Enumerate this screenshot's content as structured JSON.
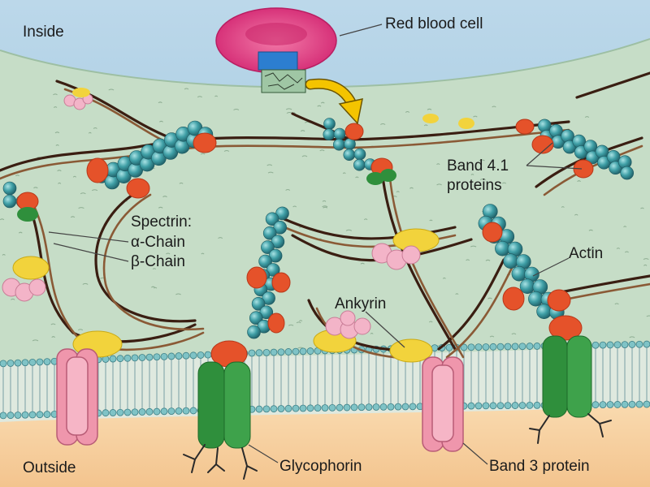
{
  "labels": {
    "inside": "Inside",
    "outside": "Outside",
    "red_blood_cell": "Red blood cell",
    "band41_line1": "Band 4.1",
    "band41_line2": "proteins",
    "spectrin": "Spectrin:",
    "alpha_chain": "α-Chain",
    "beta_chain": "β-Chain",
    "actin": "Actin",
    "ankyrin": "Ankyrin",
    "glycophorin": "Glycophorin",
    "band3": "Band 3 protein"
  },
  "colors": {
    "sky": "#9cc4dc",
    "cytoplasm": "#c4dcc6",
    "outside": "#f6d2a2",
    "rbc": "#e23a86",
    "spectrin_bead": "#3f9fa6",
    "band41": "#e5522a",
    "band3": "#ef96ac",
    "glycophorin": "#2f8f3c",
    "ankyrin": "#f2d33c",
    "strand_dark": "#3a1e12",
    "strand_light": "#8a5a36",
    "arrow": "#f4c400"
  },
  "icons": {
    "pointer": "yellow-curved-arrow-icon"
  }
}
